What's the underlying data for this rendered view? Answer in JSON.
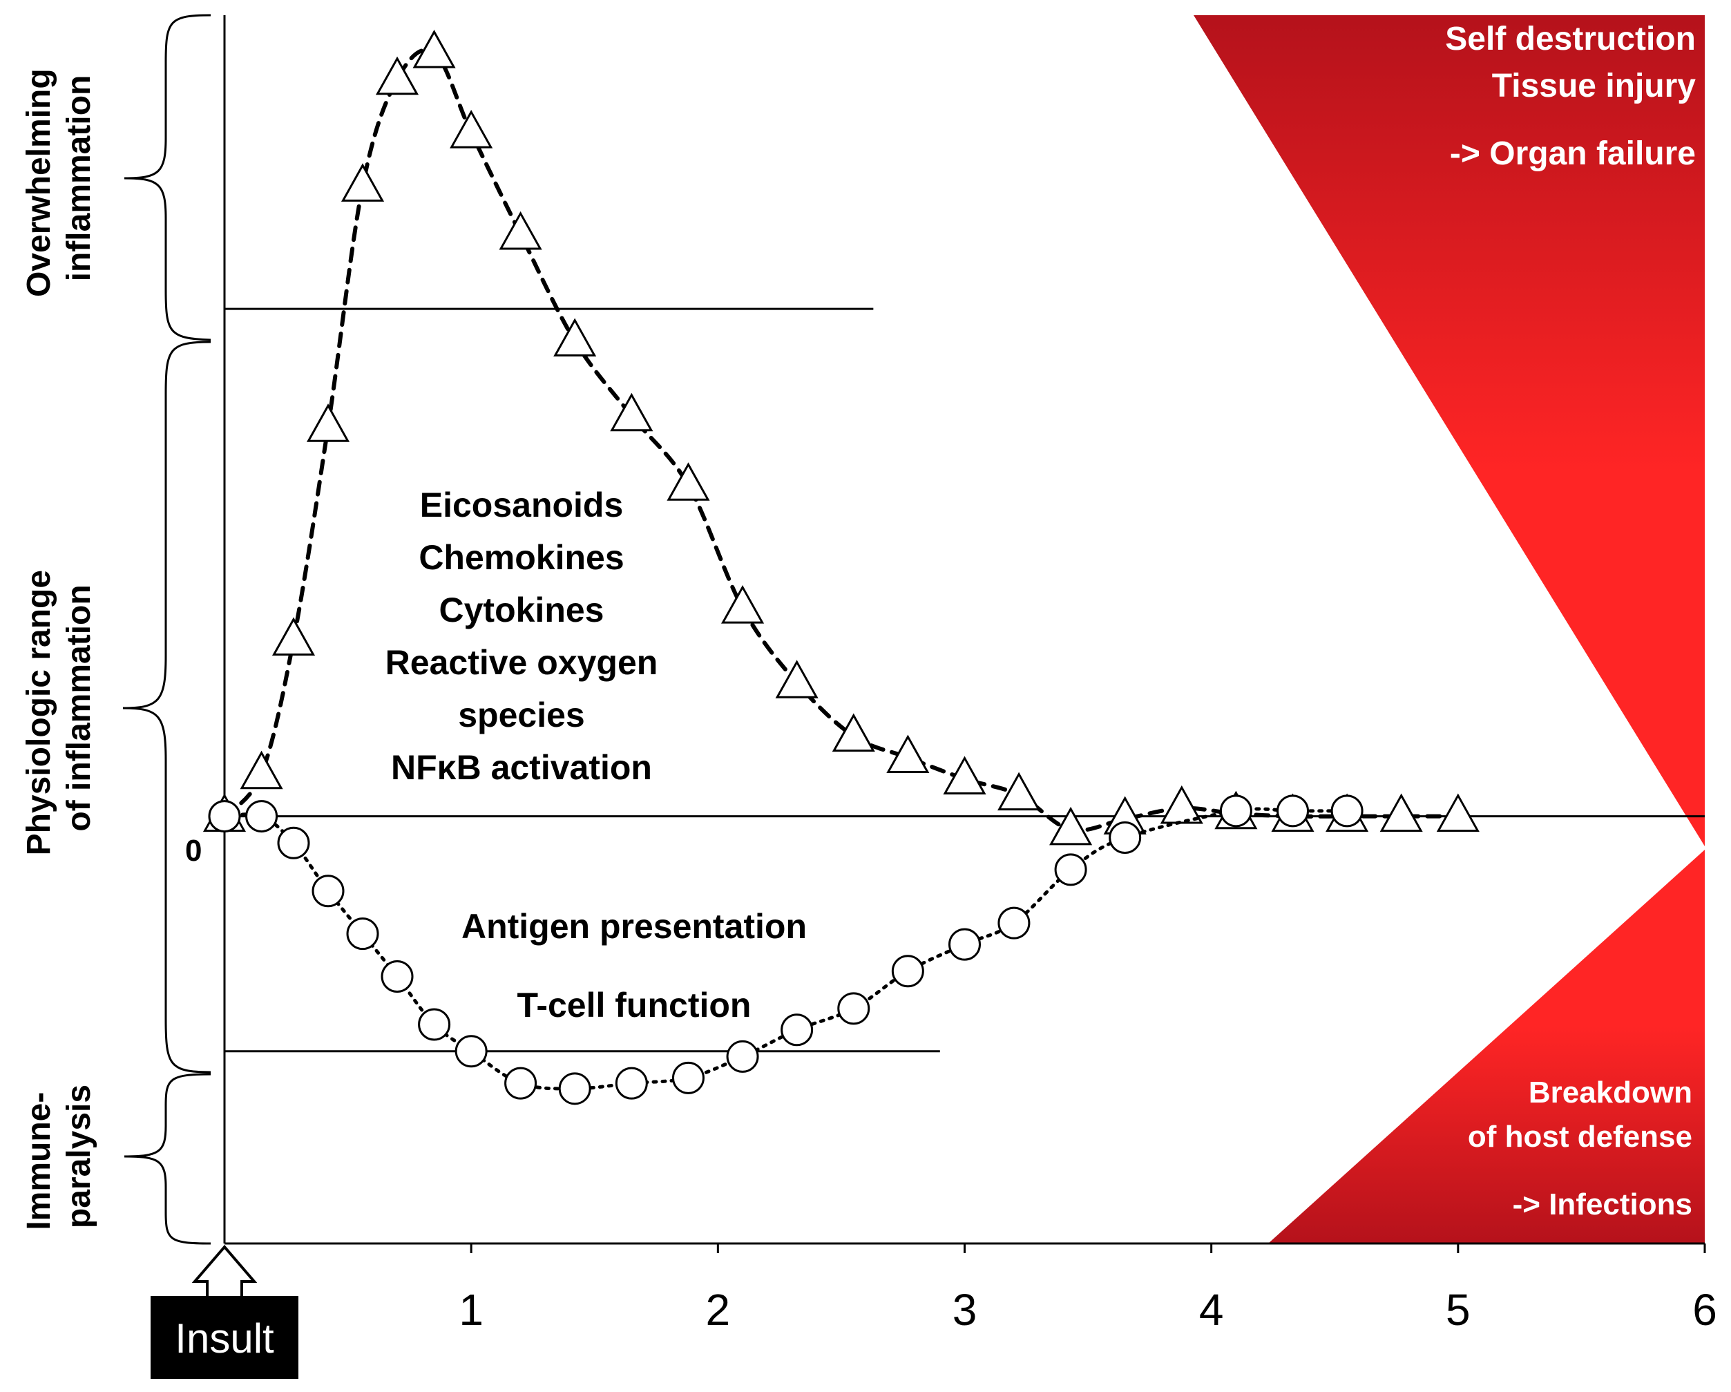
{
  "chart_data": {
    "type": "line",
    "title": "",
    "xlabel": "",
    "ylabel": "",
    "xlim": [
      0,
      6
    ],
    "ylim": [
      -8,
      15
    ],
    "x_ticks": [
      "1",
      "2",
      "3",
      "4",
      "5",
      "6"
    ],
    "zero_label": "0",
    "insult_label": "Insult",
    "y_regions": [
      {
        "label_lines": [
          "Overwhelming",
          "inflammation"
        ],
        "range": [
          9.5,
          15
        ]
      },
      {
        "label_lines": [
          "Physiologic range",
          "of inflammation"
        ],
        "range": [
          -4.4,
          9.5
        ]
      },
      {
        "label_lines": [
          "Immune-",
          "paralysis"
        ],
        "range": [
          -8,
          -4.4
        ]
      }
    ],
    "threshold_lines": [
      {
        "y": 9.5,
        "x_range": [
          0,
          2.63
        ]
      },
      {
        "y": -4.4,
        "x_range": [
          0,
          2.9
        ]
      }
    ],
    "series": [
      {
        "marker": "triangle",
        "line_style": "dashed",
        "x": [
          0,
          0.15,
          0.28,
          0.42,
          0.56,
          0.7,
          0.85,
          1.0,
          1.2,
          1.42,
          1.65,
          1.88,
          2.1,
          2.32,
          2.55,
          2.77,
          3.0,
          3.22,
          3.43,
          3.65,
          3.88,
          4.1,
          4.33,
          4.55,
          4.77,
          5.0
        ],
        "values": [
          0,
          0.8,
          3.3,
          7.3,
          11.8,
          13.8,
          14.3,
          12.8,
          10.9,
          8.9,
          7.5,
          6.2,
          3.9,
          2.5,
          1.5,
          1.1,
          0.7,
          0.4,
          -0.25,
          -0.05,
          0.15,
          0.05,
          0,
          0,
          0,
          0
        ]
      },
      {
        "marker": "circle",
        "line_style": "dotted",
        "x": [
          0,
          0.15,
          0.28,
          0.42,
          0.56,
          0.7,
          0.85,
          1.0,
          1.2,
          1.42,
          1.65,
          1.88,
          2.1,
          2.32,
          2.55,
          2.77,
          3.0,
          3.2,
          3.43,
          3.65,
          4.1,
          4.33,
          4.55
        ],
        "values": [
          0,
          0,
          -0.5,
          -1.4,
          -2.2,
          -3.0,
          -3.9,
          -4.4,
          -5.0,
          -5.1,
          -5.0,
          -4.9,
          -4.5,
          -4.0,
          -3.6,
          -2.9,
          -2.4,
          -2.0,
          -1.0,
          -0.4,
          0.1,
          0.1,
          0.1
        ]
      }
    ],
    "annotations": {
      "mediators": [
        "Eicosanoids",
        "Chemokines",
        "Cytokines",
        "Reactive oxygen",
        "species",
        "NFκB activation"
      ],
      "immune": [
        "Antigen presentation",
        "T-cell function"
      ]
    },
    "danger_zones": [
      {
        "position": "top-right",
        "lines": [
          "Self destruction",
          "Tissue injury",
          "-> Organ failure"
        ]
      },
      {
        "position": "bottom-right",
        "lines": [
          "Breakdown",
          "of host defense",
          "-> Infections"
        ]
      }
    ],
    "colors": {
      "danger_light": "#ff2525",
      "danger_dark": "#b5121b",
      "ink": "#000000",
      "danger_text": "#ffffff"
    }
  }
}
